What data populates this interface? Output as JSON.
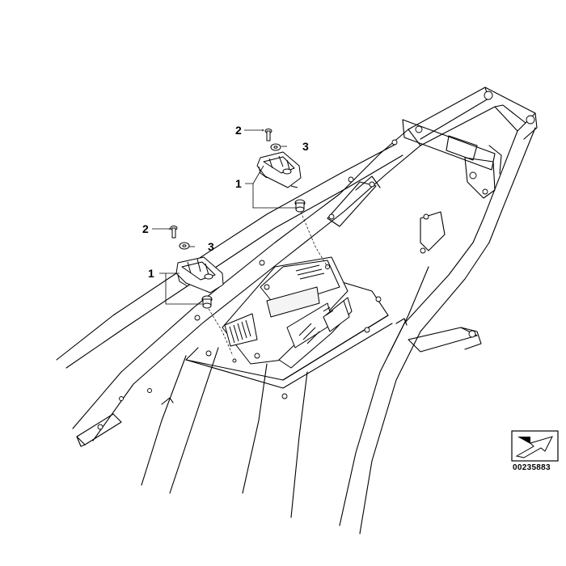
{
  "callouts": {
    "upper_1": "1",
    "upper_2": "2",
    "upper_3": "3",
    "lower_1": "1",
    "lower_2": "2",
    "lower_3": "3"
  },
  "document_number": "00235883",
  "icons": {
    "orientation": "arrow-direction-icon"
  }
}
